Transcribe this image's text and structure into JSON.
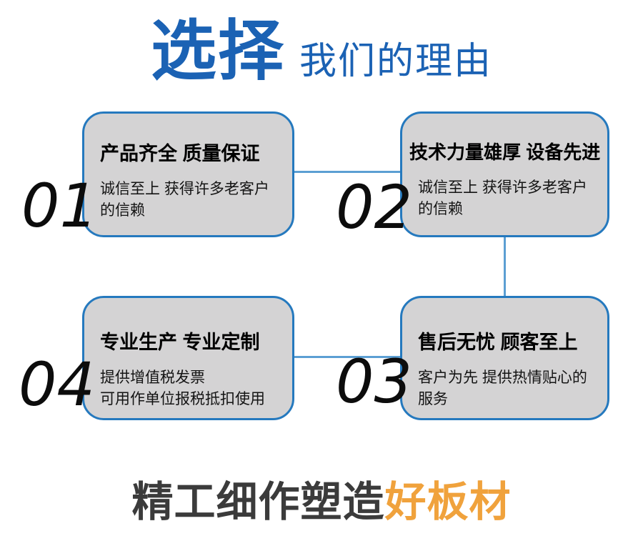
{
  "title": {
    "highlight": "选择",
    "rest": "我们的理由"
  },
  "cards": [
    {
      "number": "01",
      "title": "产品齐全 质量保证",
      "desc": "诚信至上 获得许多老客户\n的信赖"
    },
    {
      "number": "02",
      "title": "技术力量雄厚 设备先进",
      "desc": "诚信至上 获得许多老客户\n的信赖"
    },
    {
      "number": "03",
      "title": "售后无忧 顾客至上",
      "desc": "客户为先 提供热情贴心的\n服务"
    },
    {
      "number": "04",
      "title": "专业生产 专业定制",
      "desc": "提供增值税发票\n可用作单位报税抵扣使用"
    }
  ],
  "footer": {
    "normal": "精工细作塑造",
    "highlight": "好板材"
  },
  "colors": {
    "brand_blue": "#1b62b4",
    "card_border_blue": "#2579be",
    "connector_blue": "#5c9fd3",
    "card_fill_gray": "#d4d3d4",
    "footer_gray": "#3b3b3b",
    "footer_orange": "#f0a23c"
  }
}
